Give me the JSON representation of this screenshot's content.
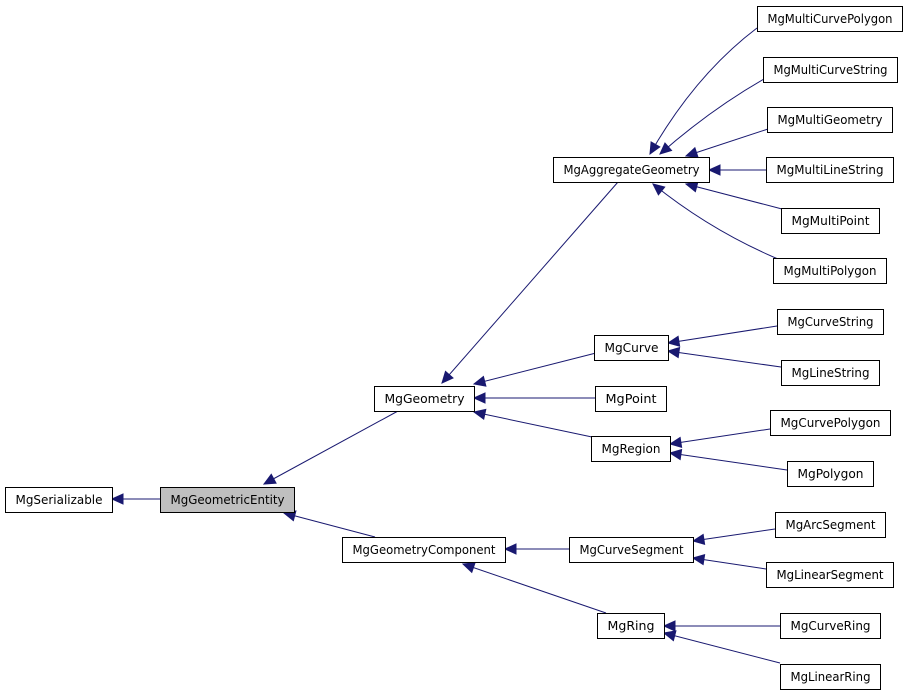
{
  "diagram": {
    "nodes": [
      {
        "id": "serializable",
        "label": "MgSerializable"
      },
      {
        "id": "geometric_entity",
        "label": "MgGeometricEntity"
      },
      {
        "id": "geometry",
        "label": "MgGeometry"
      },
      {
        "id": "geometry_component",
        "label": "MgGeometryComponent"
      },
      {
        "id": "aggregate_geometry",
        "label": "MgAggregateGeometry"
      },
      {
        "id": "curve",
        "label": "MgCurve"
      },
      {
        "id": "point",
        "label": "MgPoint"
      },
      {
        "id": "region",
        "label": "MgRegion"
      },
      {
        "id": "curve_segment",
        "label": "MgCurveSegment"
      },
      {
        "id": "ring",
        "label": "MgRing"
      },
      {
        "id": "multi_curve_polygon",
        "label": "MgMultiCurvePolygon"
      },
      {
        "id": "multi_curve_string",
        "label": "MgMultiCurveString"
      },
      {
        "id": "multi_geometry",
        "label": "MgMultiGeometry"
      },
      {
        "id": "multi_line_string",
        "label": "MgMultiLineString"
      },
      {
        "id": "multi_point",
        "label": "MgMultiPoint"
      },
      {
        "id": "multi_polygon",
        "label": "MgMultiPolygon"
      },
      {
        "id": "curve_string",
        "label": "MgCurveString"
      },
      {
        "id": "line_string",
        "label": "MgLineString"
      },
      {
        "id": "curve_polygon",
        "label": "MgCurvePolygon"
      },
      {
        "id": "polygon",
        "label": "MgPolygon"
      },
      {
        "id": "arc_segment",
        "label": "MgArcSegment"
      },
      {
        "id": "linear_segment",
        "label": "MgLinearSegment"
      },
      {
        "id": "curve_ring",
        "label": "MgCurveRing"
      },
      {
        "id": "linear_ring",
        "label": "MgLinearRing"
      }
    ],
    "edges": [
      {
        "from": "geometric_entity",
        "to": "serializable"
      },
      {
        "from": "geometry",
        "to": "geometric_entity"
      },
      {
        "from": "geometry_component",
        "to": "geometric_entity"
      },
      {
        "from": "aggregate_geometry",
        "to": "geometry"
      },
      {
        "from": "curve",
        "to": "geometry"
      },
      {
        "from": "point",
        "to": "geometry"
      },
      {
        "from": "region",
        "to": "geometry"
      },
      {
        "from": "curve_segment",
        "to": "geometry_component"
      },
      {
        "from": "ring",
        "to": "geometry_component"
      },
      {
        "from": "multi_curve_polygon",
        "to": "aggregate_geometry"
      },
      {
        "from": "multi_curve_string",
        "to": "aggregate_geometry"
      },
      {
        "from": "multi_geometry",
        "to": "aggregate_geometry"
      },
      {
        "from": "multi_line_string",
        "to": "aggregate_geometry"
      },
      {
        "from": "multi_point",
        "to": "aggregate_geometry"
      },
      {
        "from": "multi_polygon",
        "to": "aggregate_geometry"
      },
      {
        "from": "curve_string",
        "to": "curve"
      },
      {
        "from": "line_string",
        "to": "curve"
      },
      {
        "from": "curve_polygon",
        "to": "region"
      },
      {
        "from": "polygon",
        "to": "region"
      },
      {
        "from": "arc_segment",
        "to": "curve_segment"
      },
      {
        "from": "linear_segment",
        "to": "curve_segment"
      },
      {
        "from": "curve_ring",
        "to": "ring"
      },
      {
        "from": "linear_ring",
        "to": "ring"
      }
    ],
    "colors": {
      "edge": "#191970",
      "highlight_fill": "#bfbfbf",
      "node_fill": "#ffffff",
      "node_stroke": "#000000"
    }
  }
}
